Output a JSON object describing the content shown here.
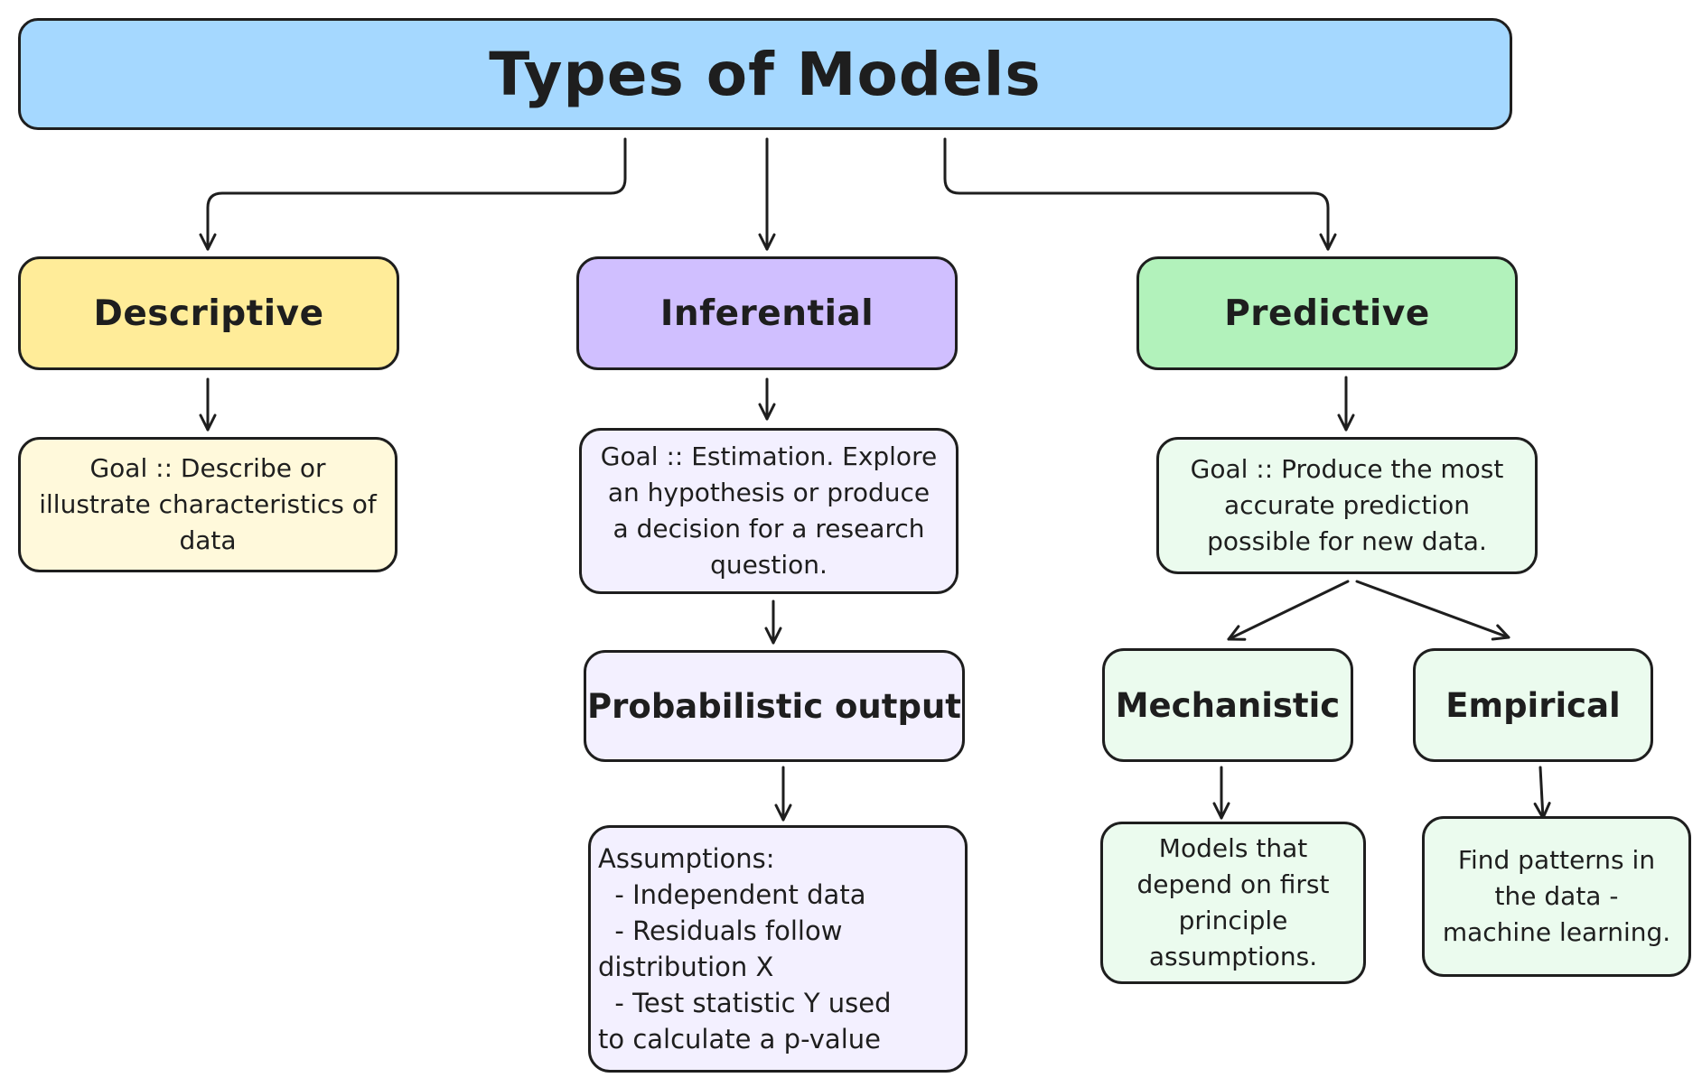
{
  "title": "Types of Models",
  "colors": {
    "title_fill": "#a5d8ff",
    "descriptive_fill": "#ffec99",
    "descriptive_light": "#fff9db",
    "inferential_fill": "#d0bfff",
    "inferential_light": "#f3f0ff",
    "predictive_fill": "#b2f2bb",
    "predictive_light": "#ebfbee",
    "stroke": "#1e1e1e"
  },
  "descriptive": {
    "label": "Descriptive",
    "goal": "Goal :: Describe or illustrate characteristics of data"
  },
  "inferential": {
    "label": "Inferential",
    "goal": "Goal :: Estimation. Explore an hypothesis or produce a decision for a research question.",
    "output": "Probabilistic output",
    "assumptions": "Assumptions:\n  - Independent data\n  - Residuals follow\ndistribution X\n  - Test statistic Y used\nto calculate a p-value"
  },
  "predictive": {
    "label": "Predictive",
    "goal": "Goal :: Produce the most accurate prediction possible for new data.",
    "mechanistic": {
      "label": "Mechanistic",
      "description": "Models that depend on first principle assumptions."
    },
    "empirical": {
      "label": "Empirical",
      "description": "Find patterns in the data - machine learning."
    }
  }
}
